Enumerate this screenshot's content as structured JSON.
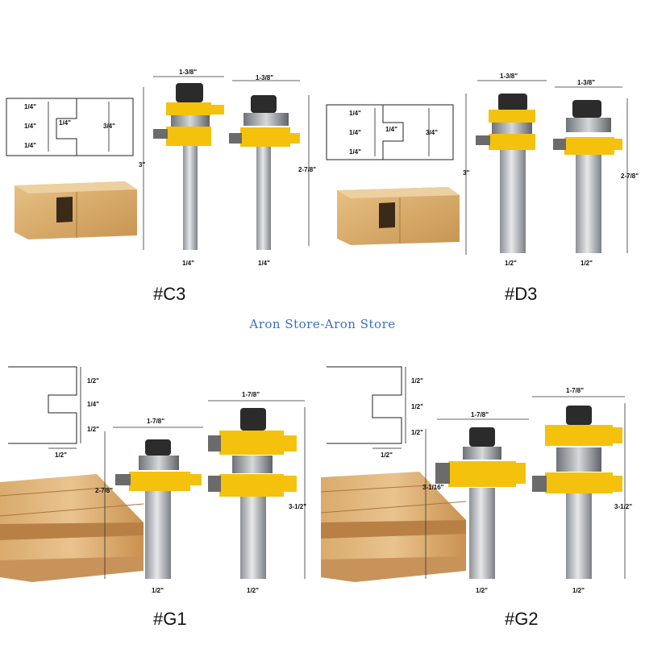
{
  "watermark": {
    "text": "Aron Store-Aron Store",
    "color": "#3a6fc4"
  },
  "colors": {
    "cutter_yellow": "#f4c20d",
    "shank_gray": "#bfc3c7",
    "wood": "#d9ad6b",
    "nut": "#2b2b2b"
  },
  "panels": {
    "c3": {
      "name": "#C3",
      "profile": [
        "1/4\"",
        "1/4\"",
        "1/4\"",
        "1/4\"",
        "3/4\""
      ],
      "height_left": "3\"",
      "height_right": "2-7/8\"",
      "width_left": "1-3/8\"",
      "width_right": "1-3/8\"",
      "shank_left": "1/4\"",
      "shank_right": "1/4\""
    },
    "d3": {
      "name": "#D3",
      "profile": [
        "1/4\"",
        "1/4\"",
        "1/4\"",
        "1/4\"",
        "3/4\""
      ],
      "height_left": "3\"",
      "height_right": "2-7/8\"",
      "width_left": "1-3/8\"",
      "width_right": "1-3/8\"",
      "shank_left": "1/2\"",
      "shank_right": "1/2\""
    },
    "g1": {
      "name": "#G1",
      "profile": [
        "1/2\"",
        "1/4\"",
        "1/2\"",
        "1/2\""
      ],
      "height_left": "2-7/8\"",
      "height_right": "3-1/2\"",
      "width_left": "1-7/8\"",
      "width_right": "1-7/8\"",
      "shank_left": "1/2\"",
      "shank_right": "1/2\""
    },
    "g2": {
      "name": "#G2",
      "profile": [
        "1/2\"",
        "1/2\"",
        "1/2\"",
        "1/2\""
      ],
      "height_left": "3-1/16\"",
      "height_right": "3-1/2\"",
      "width_left": "1-7/8\"",
      "width_right": "1-7/8\"",
      "shank_left": "1/2\"",
      "shank_right": "1/2\""
    }
  }
}
